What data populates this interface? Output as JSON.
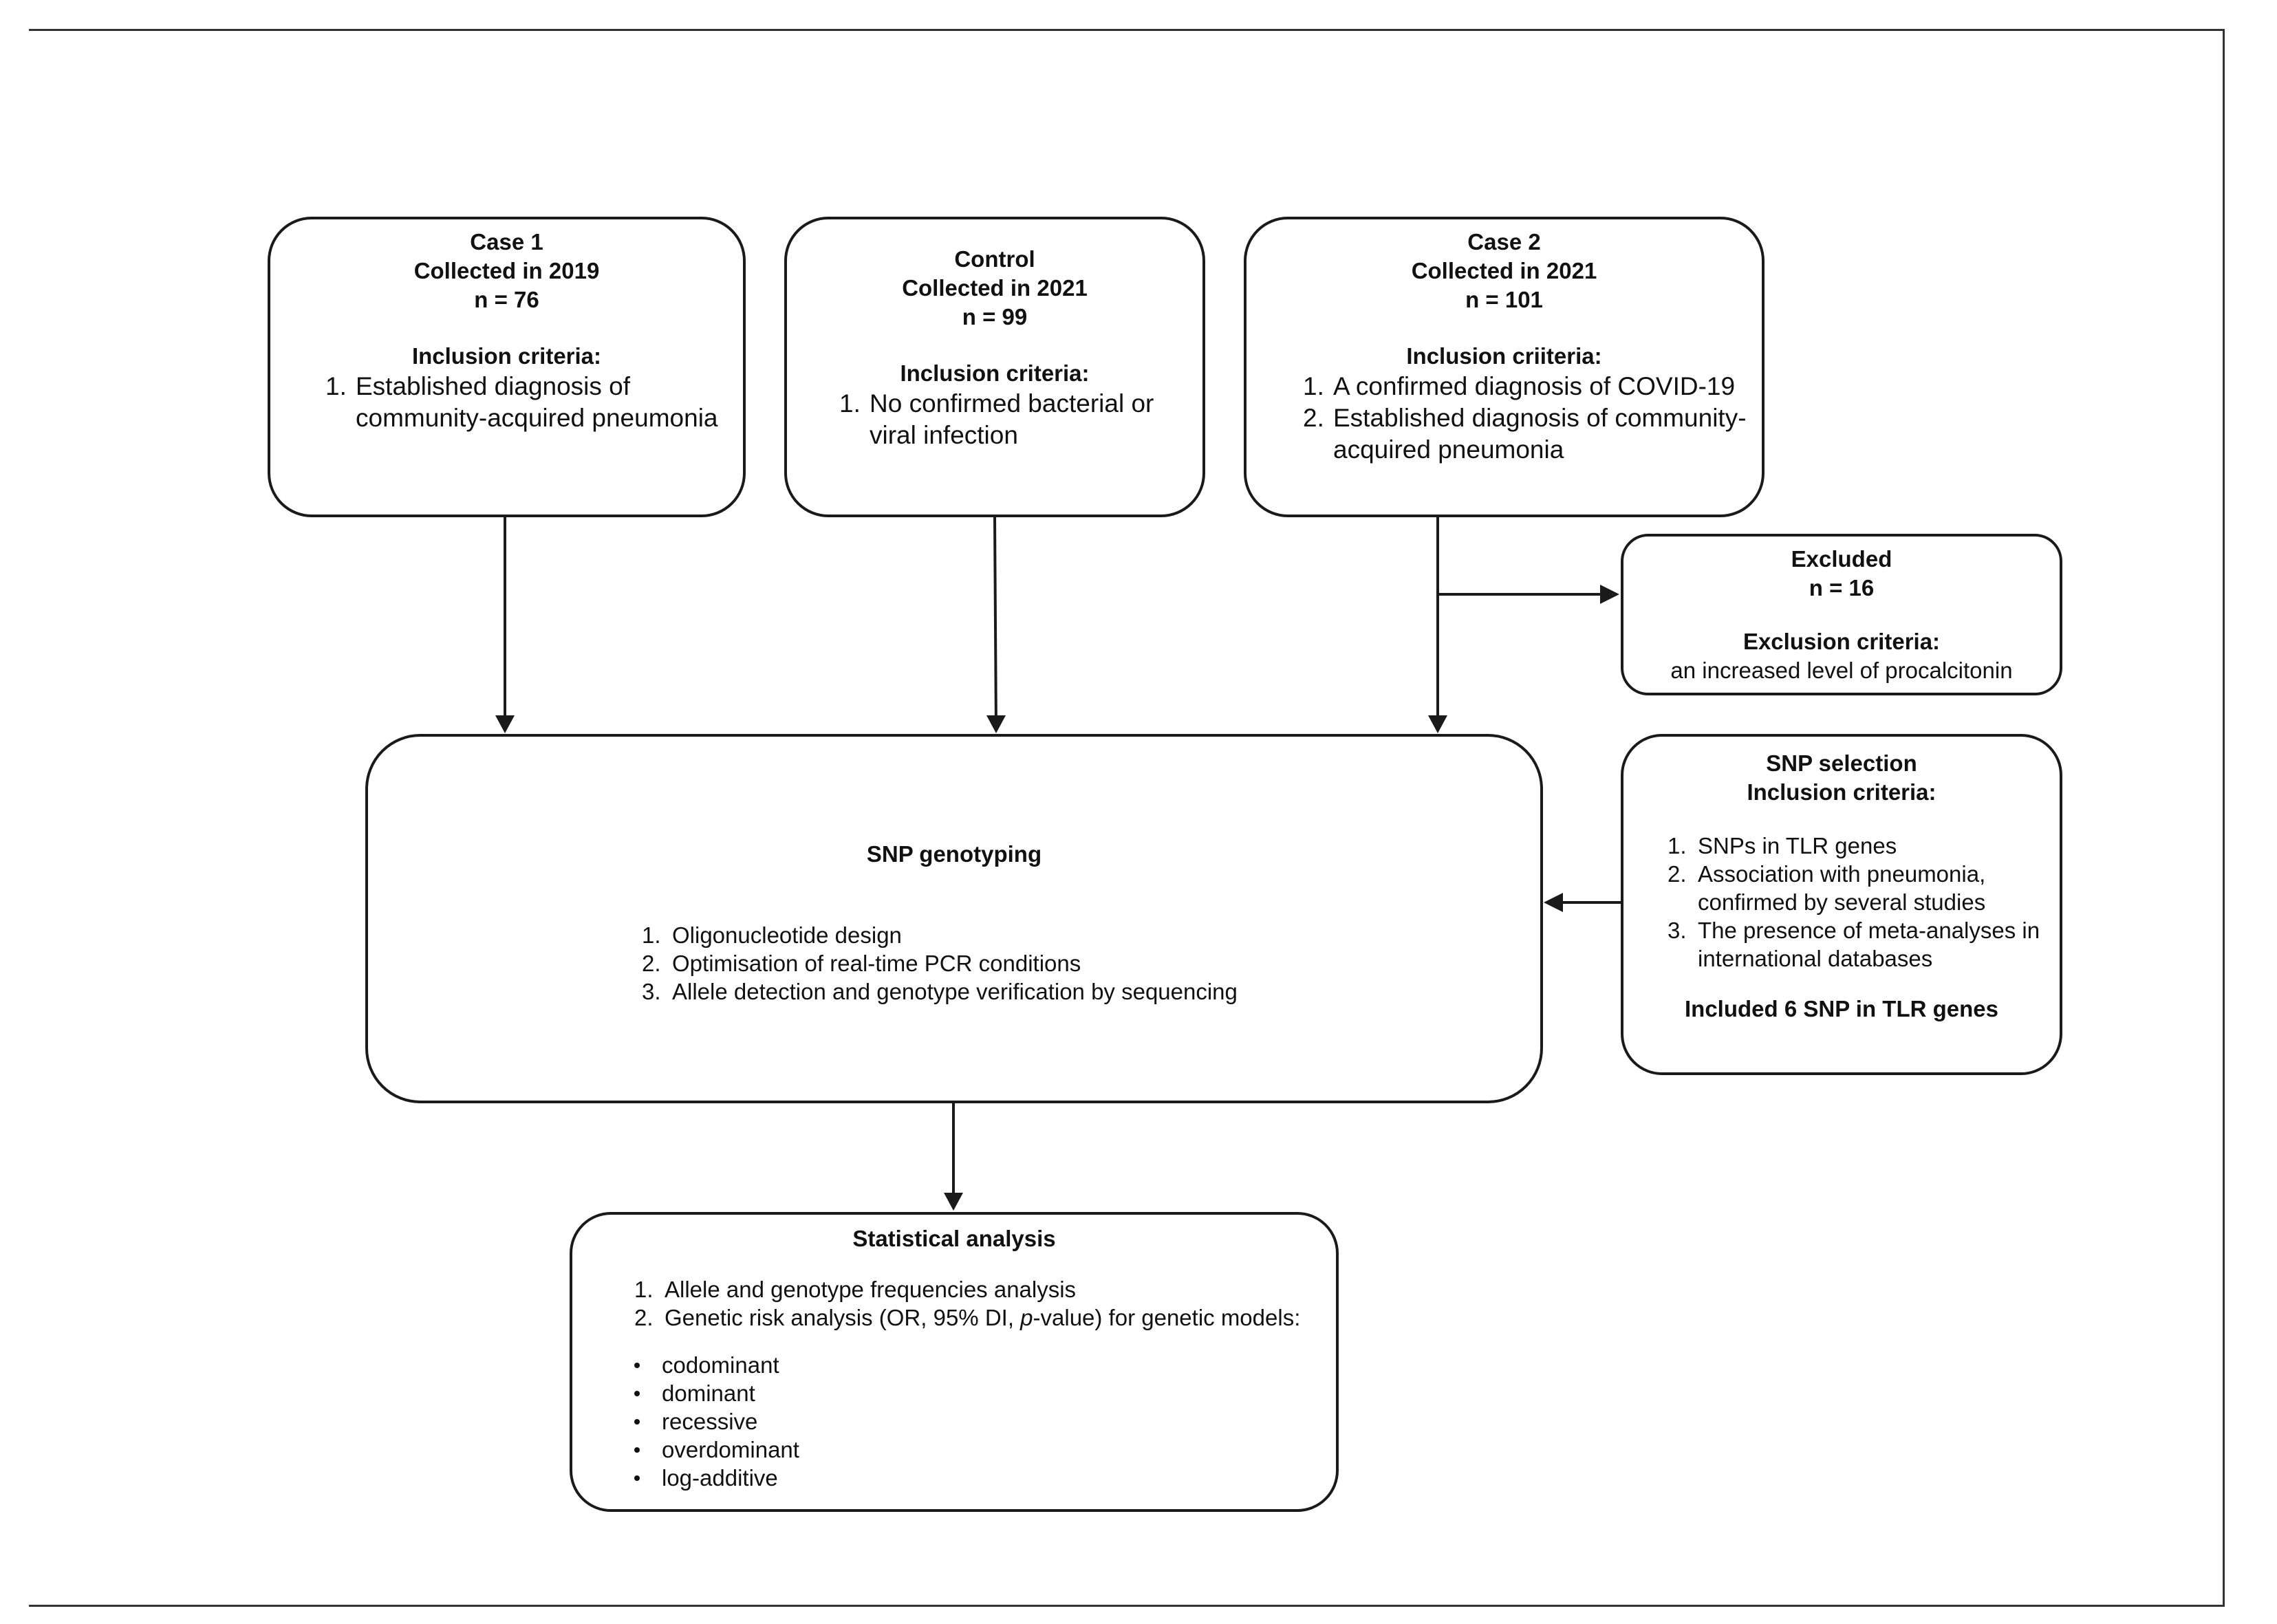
{
  "case1": {
    "title": "Case 1",
    "collected": "Collected in 2019",
    "n": "n = 76",
    "criteria_heading": "Inclusion criteria:",
    "items": [
      {
        "num": "1.",
        "text": "Established diagnosis of community-acquired pneumonia"
      }
    ]
  },
  "control": {
    "title": "Control",
    "collected": "Collected in 2021",
    "n": "n = 99",
    "criteria_heading": "Inclusion criteria:",
    "items": [
      {
        "num": "1.",
        "text": "No confirmed bacterial or viral infection"
      }
    ]
  },
  "case2": {
    "title": "Case 2",
    "collected": "Collected in 2021",
    "n": "n = 101",
    "criteria_heading": "Inclusion criiteria:",
    "items": [
      {
        "num": "1.",
        "text": "A confirmed diagnosis of COVID-19"
      },
      {
        "num": "2.",
        "text": "Established diagnosis of community-acquired pneumonia"
      }
    ]
  },
  "excluded": {
    "title": "Excluded",
    "n": "n = 16",
    "criteria_heading": "Exclusion criteria:",
    "criteria_text": "an increased level of procalcitonin"
  },
  "genotyping": {
    "title": "SNP genotyping",
    "items": [
      {
        "num": "1.",
        "text": "Oligonucleotide design"
      },
      {
        "num": "2.",
        "text": "Optimisation of real-time PCR conditions"
      },
      {
        "num": "3.",
        "text": "Allele detection and genotype verification by sequencing"
      }
    ]
  },
  "selection": {
    "title": "SNP selection",
    "criteria_heading": "Inclusion criteria:",
    "items": [
      {
        "num": "1.",
        "text": "SNPs in TLR genes"
      },
      {
        "num": "2.",
        "text": "Association with pneumonia, confirmed by several studies"
      },
      {
        "num": "3.",
        "text": "The presence of meta-analyses in international databases"
      }
    ],
    "footer": "Included 6 SNP in TLR genes"
  },
  "stats": {
    "title": "Statistical analysis",
    "items": [
      {
        "num": "1.",
        "text": "Allele and genotype frequencies analysis"
      }
    ],
    "item2": {
      "num": "2.",
      "before": "Genetic risk analysis (OR, 95% DI, ",
      "italic": "p",
      "after": "-value) for genetic models:"
    },
    "models": [
      "codominant",
      "dominant",
      "recessive",
      "overdominant",
      "log-additive"
    ]
  },
  "colors": {
    "line": "#1a1a1a",
    "frame": "#333333",
    "background": "#ffffff"
  }
}
